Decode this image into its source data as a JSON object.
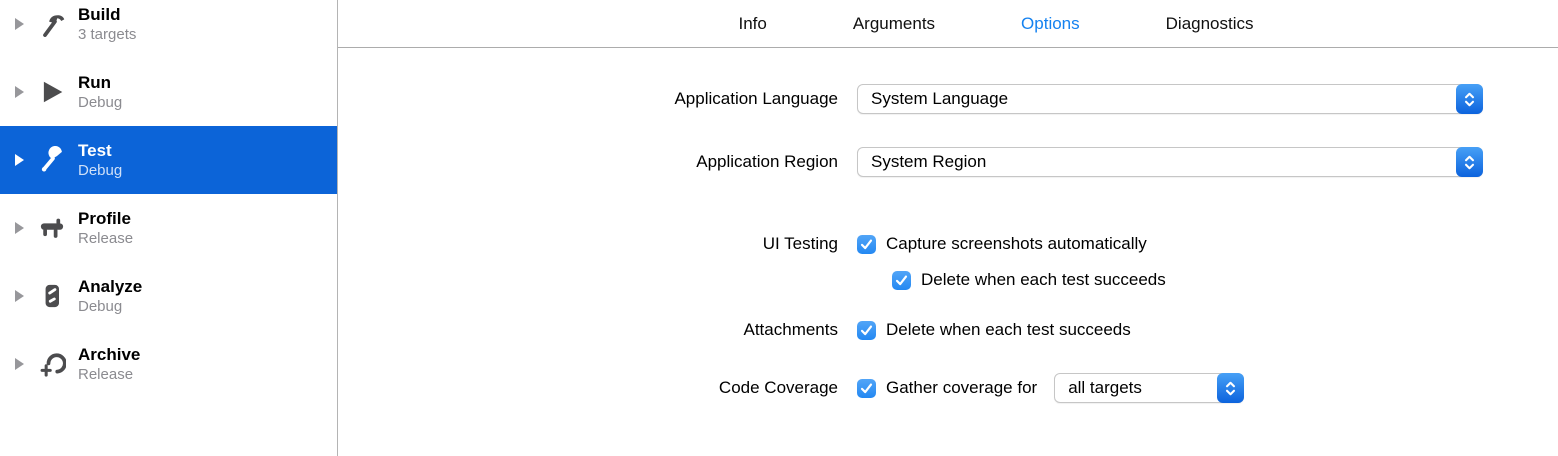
{
  "colors": {
    "selection_blue": "#0c64d8",
    "tab_active_blue": "#1482f0",
    "control_blue_top": "#47a0f6",
    "control_blue_bottom": "#0c63dd",
    "checkbox_blue_top": "#52a5f7",
    "checkbox_blue_bottom": "#2388f2"
  },
  "sidebar": {
    "items": [
      {
        "title": "Build",
        "subtitle": "3 targets",
        "icon": "hammer-icon",
        "selected": false
      },
      {
        "title": "Run",
        "subtitle": "Debug",
        "icon": "play-icon",
        "selected": false
      },
      {
        "title": "Test",
        "subtitle": "Debug",
        "icon": "wrench-icon",
        "selected": true
      },
      {
        "title": "Profile",
        "subtitle": "Release",
        "icon": "caliper-icon",
        "selected": false
      },
      {
        "title": "Analyze",
        "subtitle": "Debug",
        "icon": "meter-icon",
        "selected": false
      },
      {
        "title": "Archive",
        "subtitle": "Release",
        "icon": "clamp-icon",
        "selected": false
      }
    ]
  },
  "tabs": {
    "items": [
      {
        "label": "Info",
        "active": false
      },
      {
        "label": "Arguments",
        "active": false
      },
      {
        "label": "Options",
        "active": true
      },
      {
        "label": "Diagnostics",
        "active": false
      }
    ],
    "active_label": "Options"
  },
  "form": {
    "language": {
      "label": "Application Language",
      "value": "System Language"
    },
    "region": {
      "label": "Application Region",
      "value": "System Region"
    },
    "ui_testing": {
      "label": "UI Testing",
      "capture_label": "Capture screenshots automatically",
      "capture_checked": true,
      "delete_label": "Delete when each test succeeds",
      "delete_checked": true
    },
    "attachments": {
      "label": "Attachments",
      "delete_label": "Delete when each test succeeds",
      "checked": true
    },
    "code_coverage": {
      "label": "Code Coverage",
      "gather_label": "Gather coverage for",
      "checked": true,
      "popup_value": "all targets"
    }
  }
}
